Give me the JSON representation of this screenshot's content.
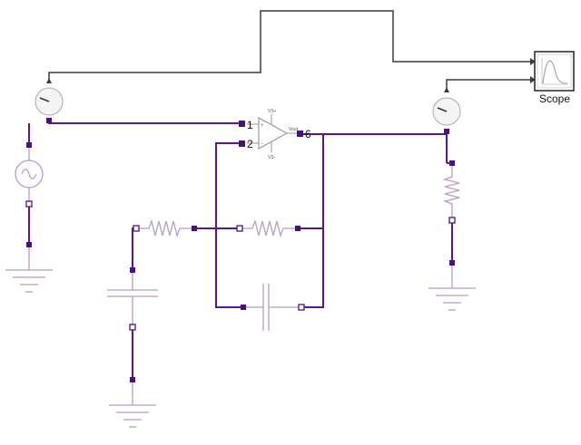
{
  "diagram": {
    "scope": {
      "label": "Scope"
    },
    "opamp": {
      "port_in_plus": "1",
      "port_in_minus": "2",
      "port_out": "6",
      "vs_plus": "VS+",
      "vs_minus": "VS-",
      "vout": "Vout"
    },
    "colors": {
      "wire": "#5a1791",
      "signal": "#3a3a3a",
      "component": "#b89ccb"
    }
  }
}
